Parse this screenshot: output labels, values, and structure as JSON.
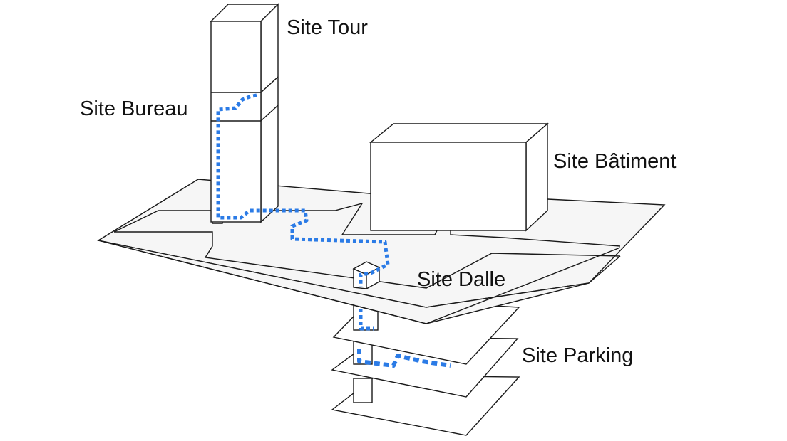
{
  "labels": {
    "tour": "Site Tour",
    "bureau": "Site Bureau",
    "batiment": "Site Bâtiment",
    "dalle": "Site Dalle",
    "parking": "Site Parking"
  },
  "colors": {
    "route": "#2b7be6",
    "outline": "#1a1a1a",
    "slab_fill": "#f6f6f6"
  }
}
